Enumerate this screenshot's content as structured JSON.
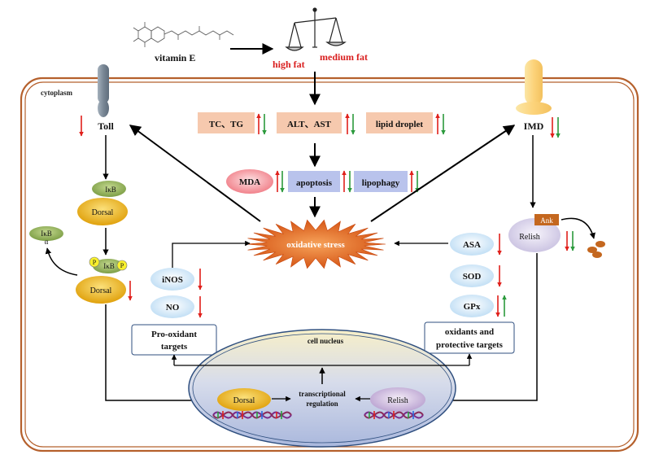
{
  "header": {
    "vitamin_label": "vitamin E",
    "high_fat_label": "high fat",
    "medium_fat_label": "medium fat"
  },
  "cell": {
    "cytoplasm_label": "cytoplasm",
    "nucleus_label": "cell nucleus"
  },
  "markers": {
    "top_row": [
      "TC、TG",
      "ALT、AST",
      "lipid droplet"
    ],
    "middle_row": [
      "MDA",
      "apoptosis",
      "lipophagy"
    ],
    "center": "oxidative stress"
  },
  "toll_pathway": {
    "receptor": "Toll",
    "ikb": "IκB",
    "dorsal": "Dorsal",
    "phospho": "P",
    "ikb_alpha_line1": "IκB",
    "ikb_alpha_line2": "α",
    "dorsal_active": "Dorsal"
  },
  "imd_pathway": {
    "receptor": "IMD",
    "ank": "Ank",
    "relish": "Relish"
  },
  "left_targets": {
    "items": [
      "iNOS",
      "NO"
    ],
    "box_line1": "Pro-oxidant",
    "box_line2": "targets"
  },
  "right_targets": {
    "items": [
      "ASA",
      "SOD",
      "GPx"
    ],
    "box_line1": "oxidants and",
    "box_line2": "protective targets"
  },
  "nucleus": {
    "dorsal": "Dorsal",
    "relish": "Relish",
    "regulation_line1": "transcriptional",
    "regulation_line2": "regulation"
  },
  "colors": {
    "membrane": "#b5602c",
    "red_arrow": "#e0201b",
    "green_arrow": "#2b9a3c",
    "highlight_text": "#d91e1e",
    "salmon_box": "#f6c9ae",
    "lavender_box": "#b9c3ec",
    "pink_oval": "#f28a92",
    "light_blue_oval": "#cfe6f8",
    "dorsal_gold": "#f0b81a",
    "ikb_green": "#93b45a",
    "star_orange": "#e1631c",
    "imd_yellow": "#fbd98a",
    "toll_gray": "#8795a3",
    "ank_orange": "#c4671f"
  }
}
